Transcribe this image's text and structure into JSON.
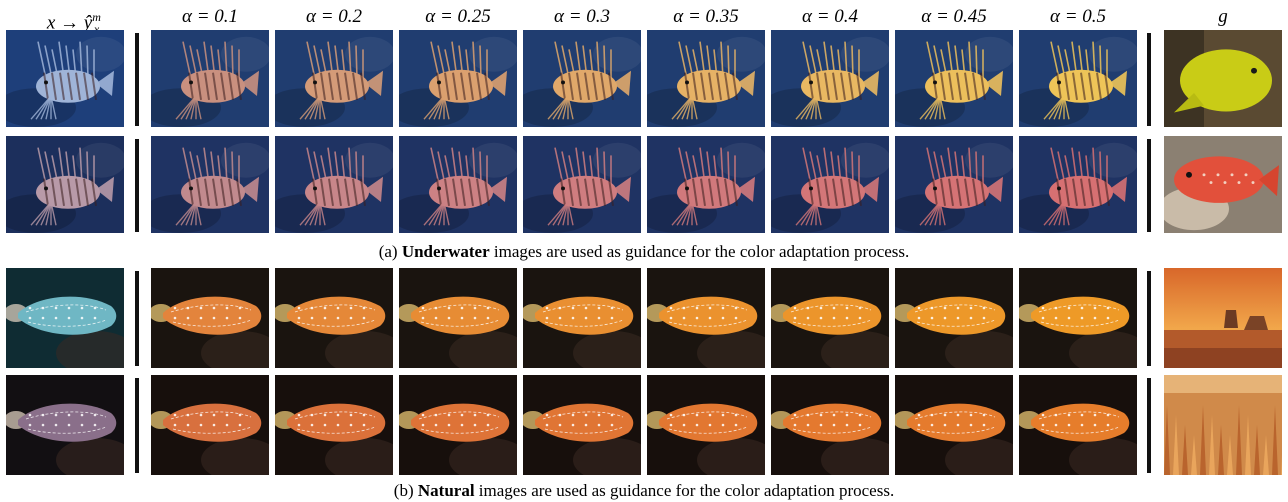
{
  "headers": {
    "input": "x → ŷ",
    "input_sup": "m",
    "input_sub": "x",
    "alphas": [
      "α = 0.1",
      "α = 0.2",
      "α = 0.25",
      "α = 0.3",
      "α = 0.35",
      "α = 0.4",
      "α = 0.45",
      "α = 0.5"
    ],
    "guide": "g"
  },
  "captions": {
    "a_prefix": "(a) ",
    "a_bold": "Underwater",
    "a_rest": " images are used as guidance for the color adaptation process.",
    "b_prefix": "(b) ",
    "b_bold": "Natural",
    "b_rest": " images are used as guidance for the color adaptation process."
  },
  "rows": [
    {
      "subject": "lionfish",
      "guide": "yellow-fish",
      "input_bg": "#1e3f7a",
      "input_fish": "#9fb4d8",
      "fills": [
        "#c9907f",
        "#d49b78",
        "#dba06f",
        "#e0a86a",
        "#e6b266",
        "#e9b862",
        "#ecbf5c",
        "#eec458"
      ],
      "bg": "#203d70"
    },
    {
      "subject": "lionfish",
      "guide": "red-fish",
      "input_bg": "#1c2f5c",
      "input_fish": "#b89aa8",
      "fills": [
        "#c18a8e",
        "#c8868a",
        "#cc8184",
        "#cf7d80",
        "#d1797c",
        "#d37678",
        "#d57375",
        "#d67072"
      ],
      "bg": "#1f3363"
    },
    {
      "subject": "filefish",
      "guide": "desert",
      "input_bg": "#0f2c33",
      "input_fish": "#6fb7c4",
      "fills": [
        "#e3843c",
        "#e58838",
        "#e78c34",
        "#e98f31",
        "#eb922e",
        "#ec952b",
        "#ed9829",
        "#ee9a27"
      ],
      "bg": "#1a140f"
    },
    {
      "subject": "filefish",
      "guide": "canyon",
      "input_bg": "#120f12",
      "input_fish": "#8a6f8a",
      "fills": [
        "#d8703e",
        "#db713a",
        "#de7337",
        "#e07534",
        "#e27731",
        "#e4792f",
        "#e57b2d",
        "#e67d2b"
      ],
      "bg": "#170f0c"
    }
  ]
}
